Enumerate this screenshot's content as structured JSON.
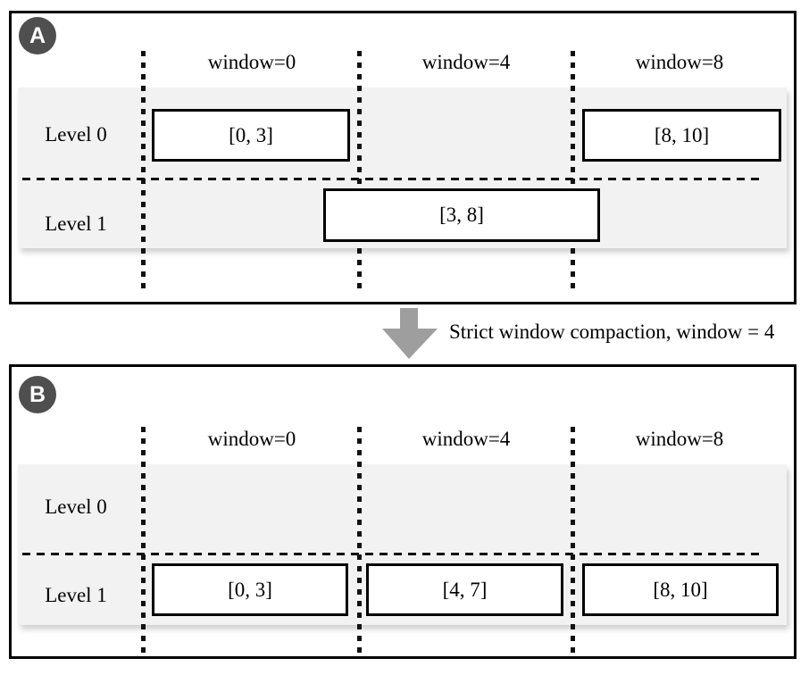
{
  "panels": [
    {
      "badge": "A",
      "headers": [
        "window=0",
        "window=4",
        "window=8"
      ],
      "row_labels": [
        "Level 0",
        "Level 1"
      ],
      "sstables": [
        {
          "level": 0,
          "window": "0",
          "label": "[0, 3]"
        },
        {
          "level": 0,
          "window": "8",
          "label": "[8, 10]"
        },
        {
          "level": 1,
          "window": "spans 0 and 4",
          "label": "[3, 8]"
        }
      ]
    },
    {
      "badge": "B",
      "headers": [
        "window=0",
        "window=4",
        "window=8"
      ],
      "row_labels": [
        "Level 0",
        "Level 1"
      ],
      "sstables": [
        {
          "level": 1,
          "window": "0",
          "label": "[0, 3]"
        },
        {
          "level": 1,
          "window": "4",
          "label": "[4, 7]"
        },
        {
          "level": 1,
          "window": "8",
          "label": "[8, 10]"
        }
      ]
    }
  ],
  "transition": {
    "label": "Strict window compaction, window = 4"
  },
  "colors": {
    "panel_border": "#000000",
    "row_band": "#f2f2f2",
    "badge_background": "#4f4f4f",
    "arrow_gray": "#9e9e9e",
    "line_black": "#111111"
  }
}
